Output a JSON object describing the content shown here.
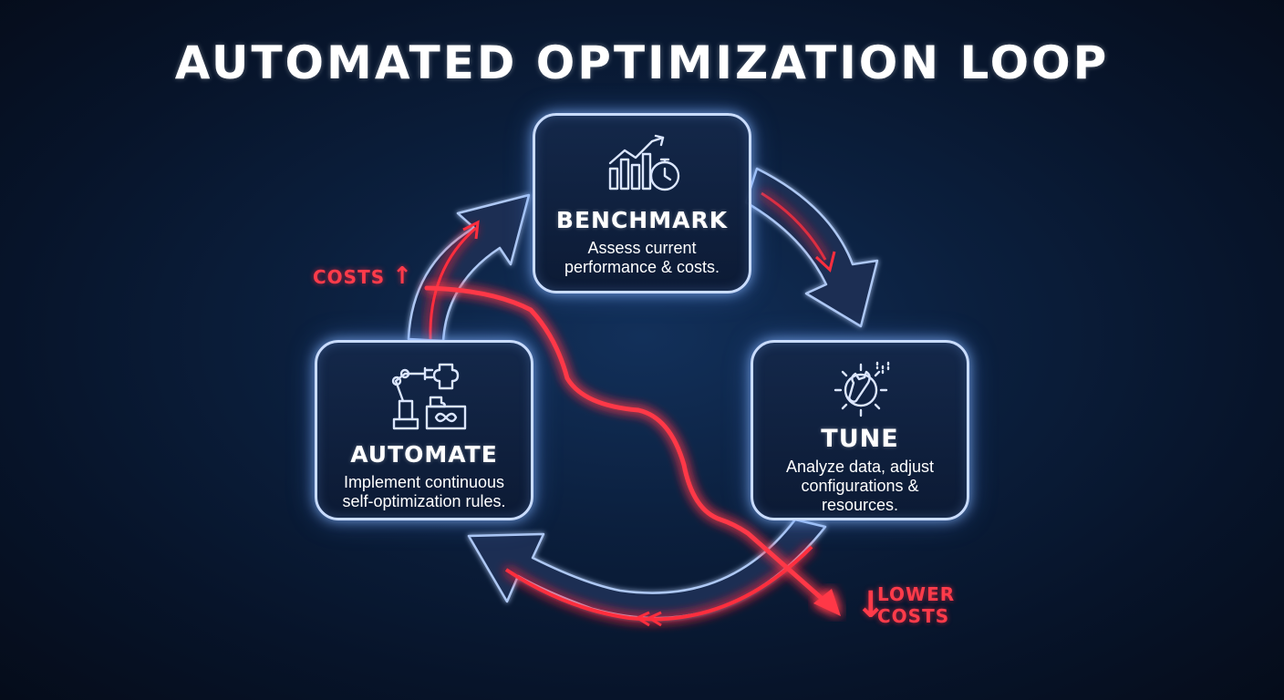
{
  "title": "AUTOMATED OPTIMIZATION LOOP",
  "steps": [
    {
      "label": "BENCHMARK",
      "description": [
        "Assess current",
        "performance & costs."
      ],
      "icon": "chart-stopwatch-icon"
    },
    {
      "label": "TUNE",
      "description": [
        "Analyze data, adjust",
        "configurations &",
        "resources."
      ],
      "icon": "gear-wrench-icon"
    },
    {
      "label": "AUTOMATE",
      "description": [
        "Implement continuous",
        "self-optimization rules."
      ],
      "icon": "robot-arm-puzzle-icon"
    }
  ],
  "cost_up": {
    "text": "COSTS",
    "arrow": "↑"
  },
  "cost_down": {
    "arrow": "↓",
    "lines": [
      "LOWER",
      "COSTS"
    ]
  },
  "colors": {
    "accent_red": "#ff2e3e",
    "card_border": "#c9dcff",
    "arrow_body": "#1b2f52",
    "arrow_outline": "#aec8f4",
    "background": "#081a35"
  }
}
